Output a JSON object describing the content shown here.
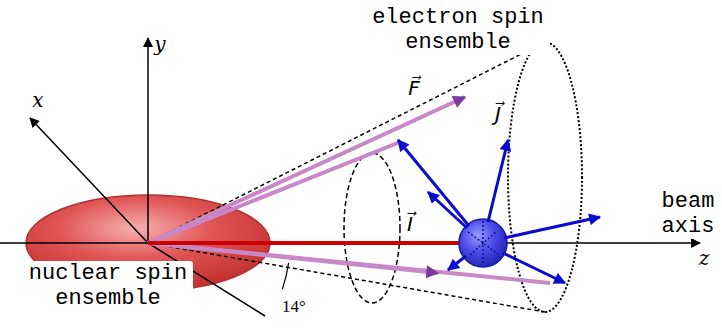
{
  "diagram": {
    "labels": [
      "electron spin ensemble",
      "y",
      "x",
      "F⃗",
      "J⃗",
      "I⃗",
      "beam axis",
      "z",
      "14°",
      "nuclear spin ensemble"
    ]
  }
}
